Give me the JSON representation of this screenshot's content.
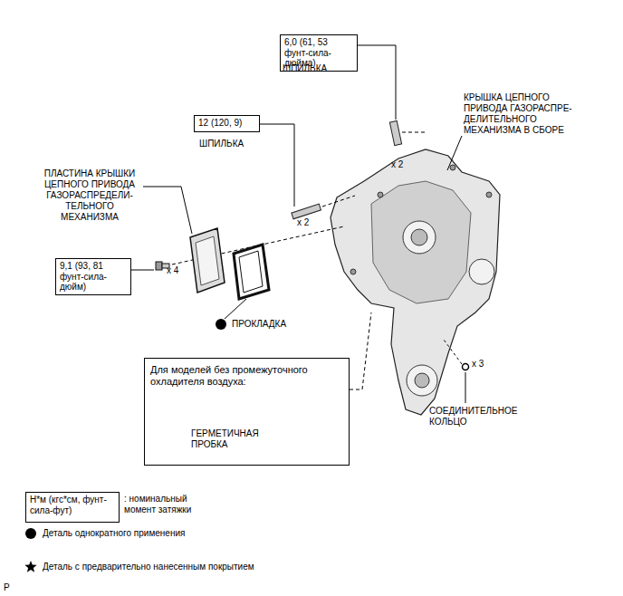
{
  "diagram": {
    "nodes": [
      {
        "text": [
          "6,0 (61, 53 фунт-сила-дюйма)"
        ]
      },
      {
        "text": [
          "12 (120, 9)"
        ]
      },
      {
        "text": [
          "9,1 (93, 81 фунт-сила-дюйм)"
        ]
      },
      {
        "text": [
          "Для моделей без промежуточного охладителя воздуха:",
          "ГЕРМЕТИЧНАЯ ПРОБКА"
        ]
      },
      {
        "text": [
          "Н*м (кгс*см, фунт-сила-фут)"
        ]
      }
    ],
    "labels": [
      "ШПИЛЬКА",
      "x 2",
      "КРЫШКА ЦЕПНОГО ПРИВОДА ГАЗОРАСПРЕ- ДЕЛИТЕЛЬНОГО МЕХАНИЗМА В СБОРЕ",
      "ШПИЛЬКА",
      "x 2",
      "ПЛАСТИНА КРЫШКИ ЦЕПНОГО ПРИВОДА ГАЗОРАСПРЕДЕЛИ- ТЕЛЬНОГО МЕХАНИЗМА",
      "x 4",
      "ПРОКЛАДКА",
      "x 3",
      "СОЕДИНИТЕЛЬНОЕ КОЛЬЦО",
      "P"
    ],
    "legend": [
      {
        "text": ": номинальный момент затяжки"
      },
      {
        "text": "Деталь однократного применения"
      },
      {
        "text": "Деталь с предварительно нанесенным покрытием"
      }
    ]
  }
}
